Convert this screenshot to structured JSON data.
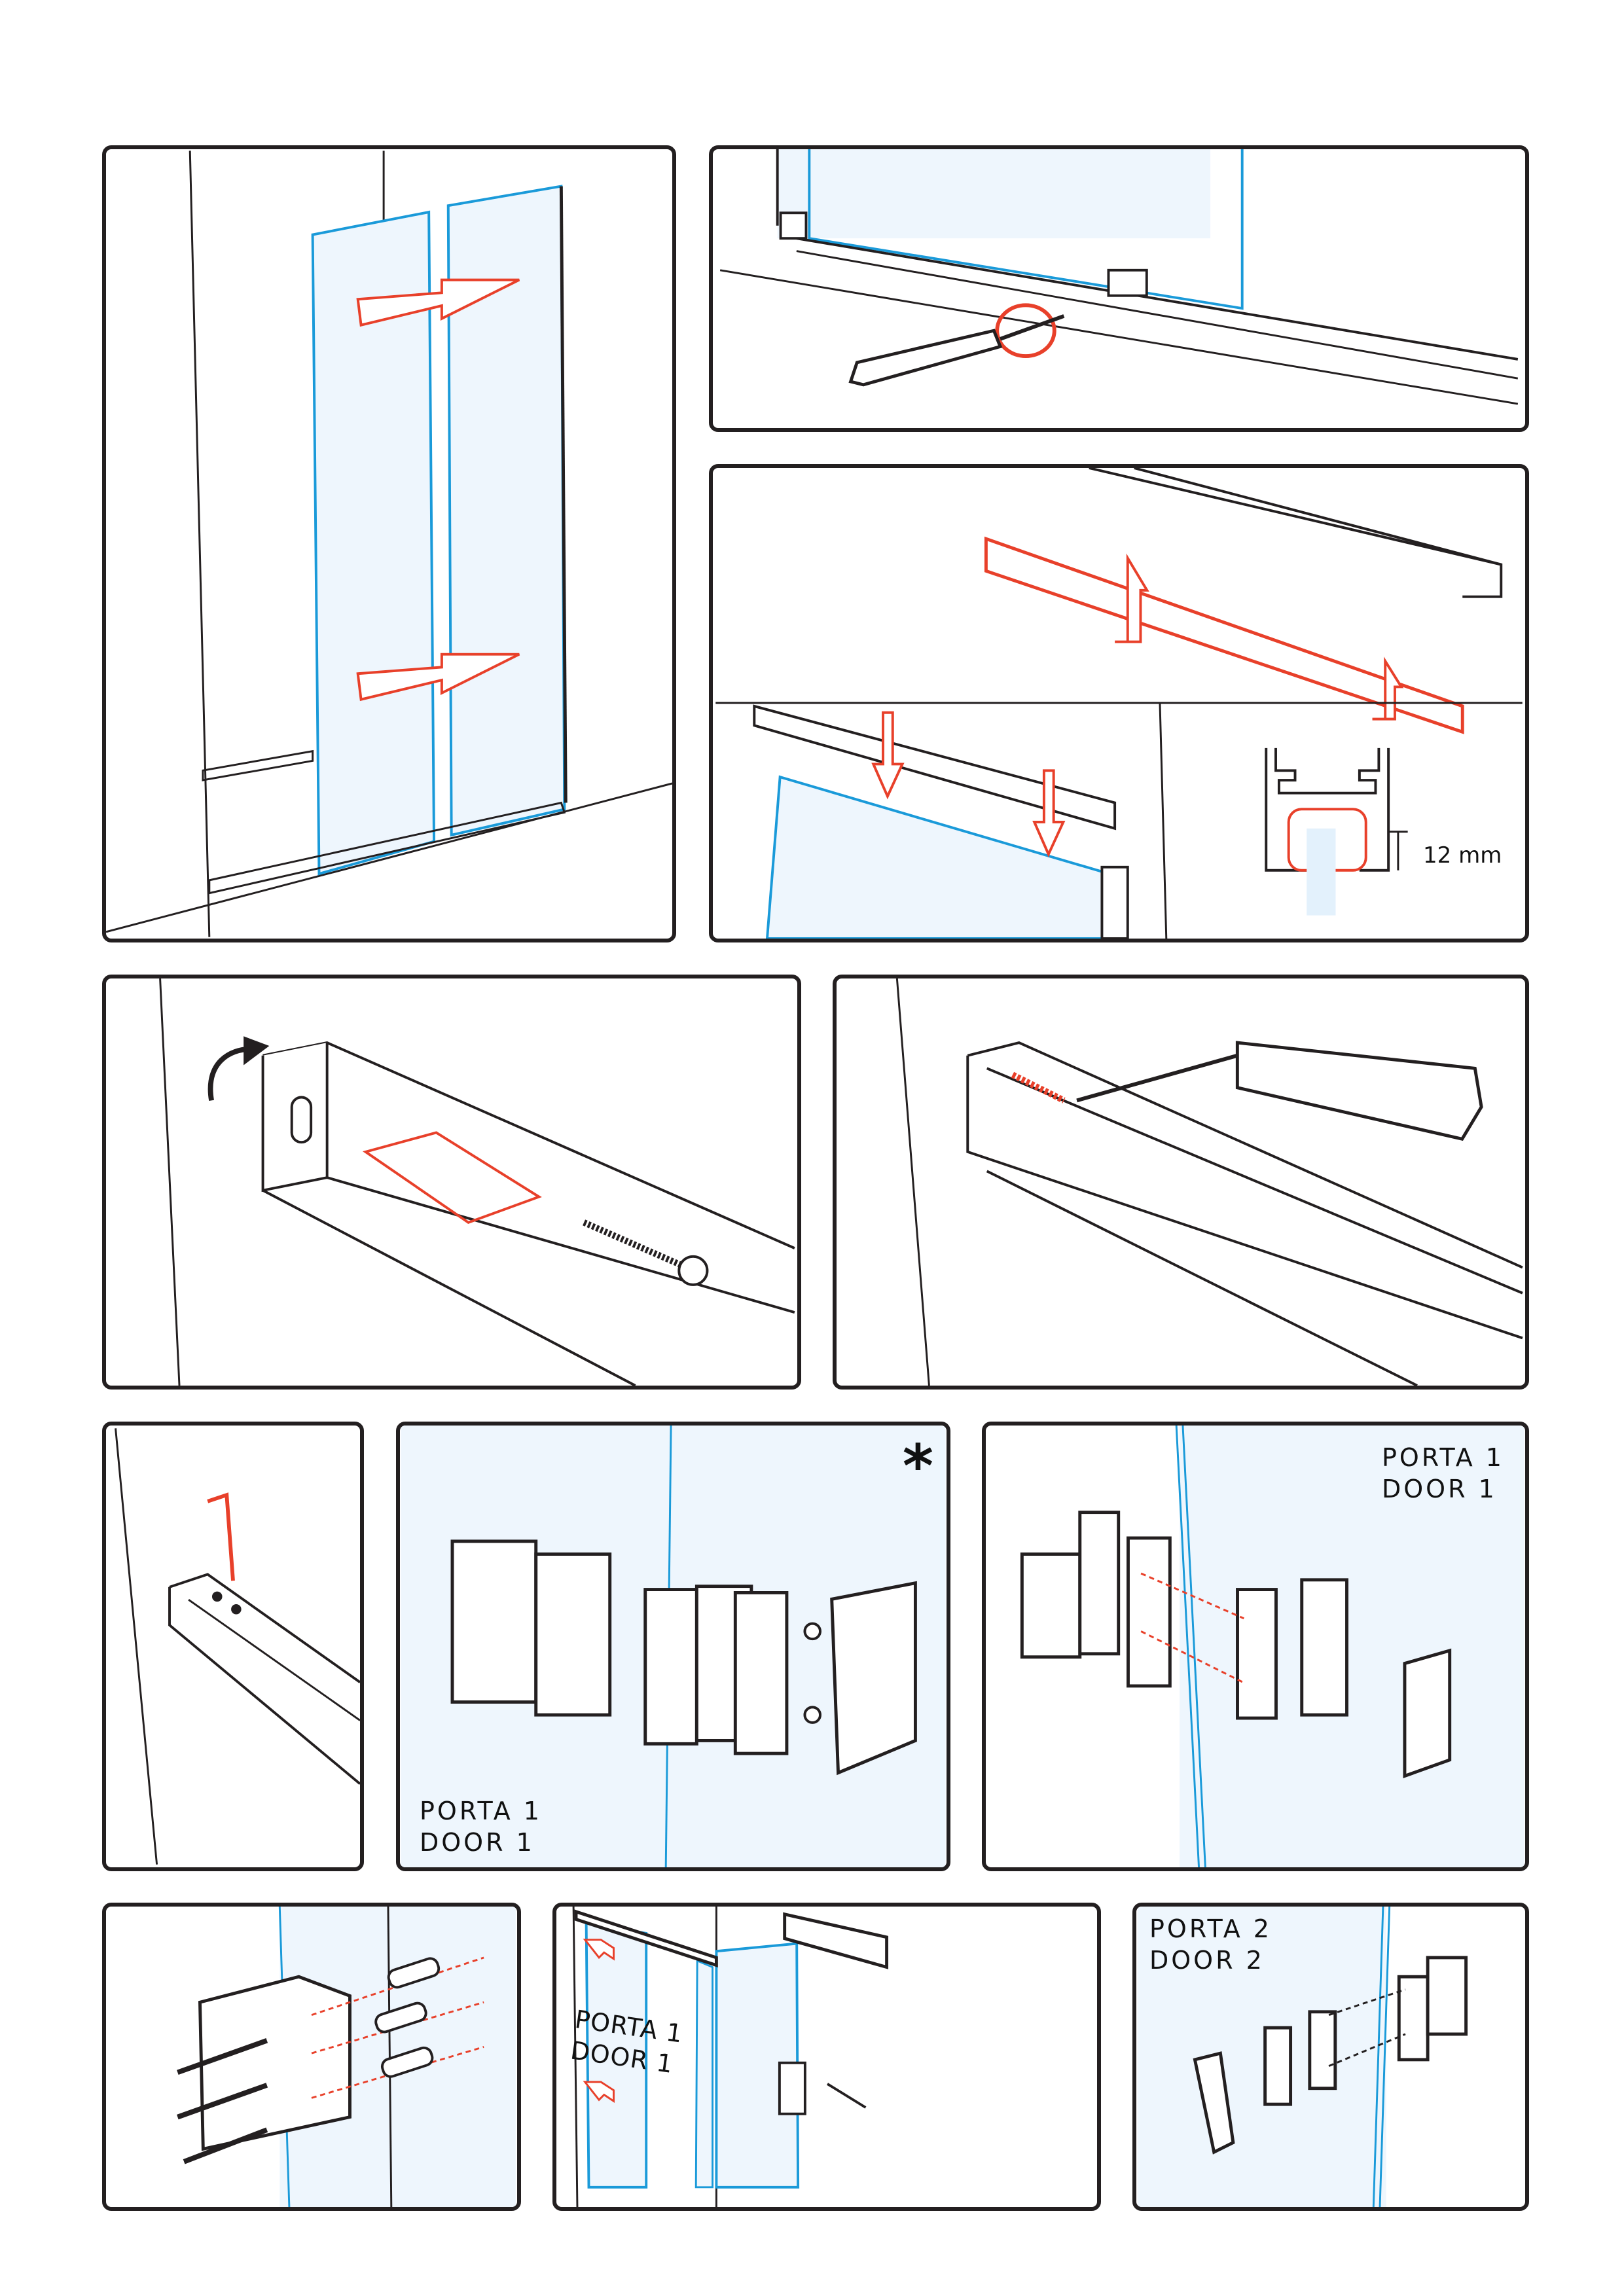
{
  "colors": {
    "outline": "#231f20",
    "glass_fill": "#eef6fd",
    "glass_edge": "#1a9ad9",
    "action_red": "#e8402a"
  },
  "steps": {
    "gasket": {
      "dimension_label": "12 mm"
    },
    "hinge_door1_front": {
      "note_symbol": "*",
      "label_line1": "PORTA 1",
      "label_line2": "DOOR 1"
    },
    "hinge_door1_side": {
      "label_line1": "PORTA 1",
      "label_line2": "DOOR 1"
    },
    "door1_install": {
      "label_line1": "PORTA 1",
      "label_line2": "DOOR 1"
    },
    "hinge_door2": {
      "label_line1": "PORTA 2",
      "label_line2": "DOOR 2"
    }
  }
}
